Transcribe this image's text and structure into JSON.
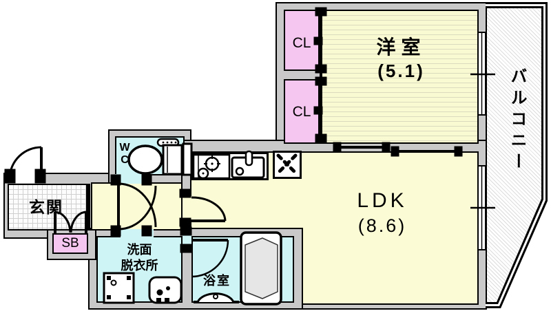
{
  "floorplan": {
    "title": "apartment-floor-plan",
    "rooms": {
      "western_room": {
        "label": "洋室",
        "size": "(5.1)"
      },
      "ldk": {
        "label": "LDK",
        "size": "(8.6)"
      },
      "balcony": {
        "label": "バルコニー"
      },
      "closet_upper": {
        "label": "CL"
      },
      "closet_lower": {
        "label": "CL"
      },
      "wc": {
        "label_line1": "W",
        "label_line2": "C"
      },
      "entrance": {
        "label": "玄関"
      },
      "shoe_box": {
        "label": "SB"
      },
      "washroom": {
        "label_line1": "洗面",
        "label_line2": "脱衣所"
      },
      "bathroom": {
        "label": "浴室"
      }
    },
    "icons": [
      "toilet-icon",
      "stove-icon",
      "kitchen-sink-icon",
      "refrigerator-icon",
      "washing-machine-icon",
      "vanity-icon",
      "bathtub-icon",
      "bath-basin-icon",
      "door-swing-icon",
      "sliding-door-icon",
      "window-icon"
    ],
    "colors": {
      "floor_cream": "#FBFBD6",
      "closet_pink": "#F5C6EF",
      "wet_area_cyan": "#CFF4F6",
      "wall_gray": "#C9C9C9",
      "outline_black": "#000000"
    }
  }
}
